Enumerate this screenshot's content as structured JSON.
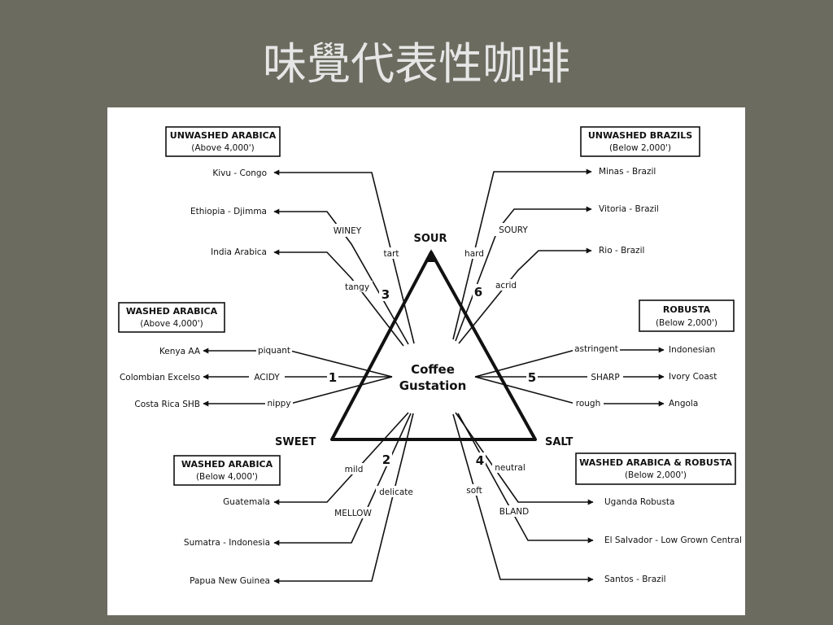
{
  "title": "味覺代表性咖啡",
  "diagram": {
    "corners": {
      "sour": "SOUR",
      "sweet": "SWEET",
      "salt": "SALT"
    },
    "center": {
      "line1": "Coffee",
      "line2": "Gustation"
    },
    "groups": {
      "g3": {
        "number": "3",
        "category": "WINEY",
        "box_title": "UNWASHED ARABICA",
        "box_sub": "(Above 4,000')",
        "terms": [
          "tart",
          "tangy"
        ],
        "coffees": [
          "Kivu - Congo",
          "Ethiopia - Djimma",
          "India Arabica"
        ]
      },
      "g6": {
        "number": "6",
        "category": "SOURY",
        "box_title": "UNWASHED BRAZILS",
        "box_sub": "(Below 2,000')",
        "terms": [
          "hard",
          "acrid"
        ],
        "coffees": [
          "Minas - Brazil",
          "Vitoria - Brazil",
          "Rio - Brazil"
        ]
      },
      "g1": {
        "number": "1",
        "category": "ACIDY",
        "box_title": "WASHED ARABICA",
        "box_sub": "(Above 4,000')",
        "terms": [
          "piquant",
          "nippy"
        ],
        "coffees": [
          "Kenya AA",
          "Colombian Excelso",
          "Costa Rica SHB"
        ]
      },
      "g5": {
        "number": "5",
        "category": "SHARP",
        "box_title": "ROBUSTA",
        "box_sub": "(Below 2,000')",
        "terms": [
          "astringent",
          "rough"
        ],
        "coffees": [
          "Indonesian",
          "Ivory Coast",
          "Angola"
        ]
      },
      "g2": {
        "number": "2",
        "category": "MELLOW",
        "box_title": "WASHED ARABICA",
        "box_sub": "(Below 4,000')",
        "terms": [
          "mild",
          "delicate"
        ],
        "coffees": [
          "Guatemala",
          "Sumatra - Indonesia",
          "Papua New Guinea"
        ]
      },
      "g4": {
        "number": "4",
        "category": "BLAND",
        "box_title": "WASHED ARABICA & ROBUSTA",
        "box_sub": "(Below 2,000')",
        "terms": [
          "neutral",
          "soft"
        ],
        "coffees": [
          "Uganda Robusta",
          "El Salvador - Low Grown Central",
          "Santos - Brazil"
        ]
      }
    }
  }
}
